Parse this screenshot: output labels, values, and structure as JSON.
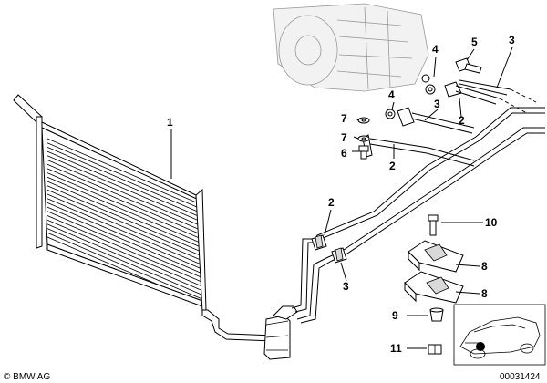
{
  "callouts": {
    "c1": "1",
    "c2a": "2",
    "c2b": "2",
    "c2c": "2",
    "c3a": "3",
    "c3b": "3",
    "c3c": "3",
    "c4a": "4",
    "c4b": "4",
    "c5": "5",
    "c6": "6",
    "c7a": "7",
    "c7b": "7",
    "c8a": "8",
    "c8b": "8",
    "c9": "9",
    "c10": "10",
    "c11": "11"
  },
  "footer": {
    "brand": "© BMW AG",
    "diagram_number": "00031424"
  }
}
